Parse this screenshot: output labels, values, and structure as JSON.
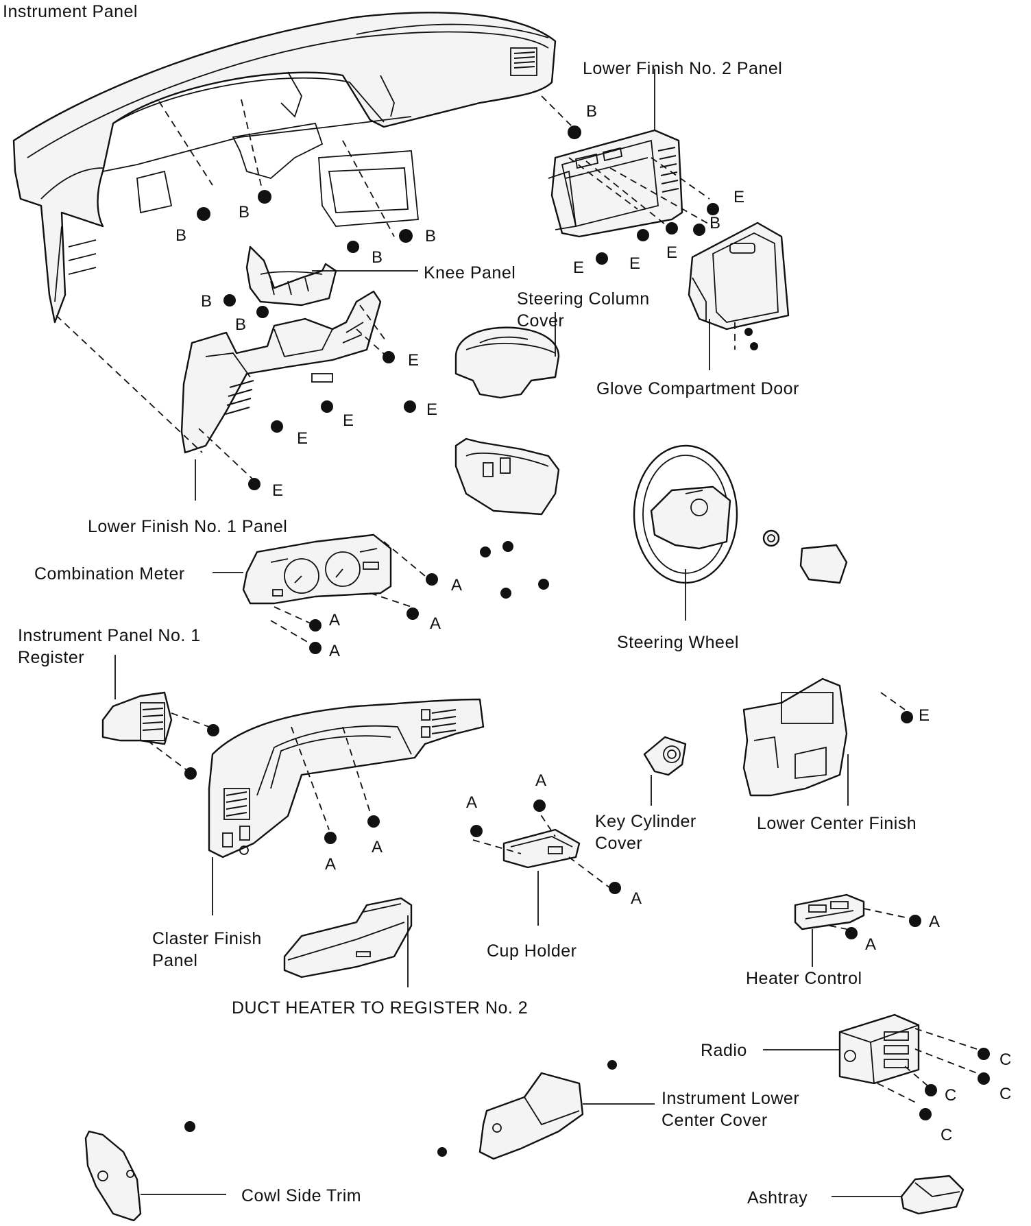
{
  "diagram_title": "Instrument Panel",
  "labels": {
    "lower_finish_no2_panel": "Lower Finish No. 2 Panel",
    "knee_panel": "Knee Panel",
    "steering_column_cover_1": "Steering Column",
    "steering_column_cover_2": "Cover",
    "glove_compartment_door": "Glove Compartment Door",
    "lower_finish_no1_panel": "Lower Finish No. 1 Panel",
    "combination_meter": "Combination Meter",
    "steering_wheel": "Steering Wheel",
    "register_1": "Instrument Panel No. 1",
    "register_2": "Register",
    "key_cylinder_cover_1": "Key Cylinder",
    "key_cylinder_cover_2": "Cover",
    "lower_center_finish": "Lower Center Finish",
    "claster_finish_panel_1": "Claster Finish",
    "claster_finish_panel_2": "Panel",
    "cup_holder": "Cup Holder",
    "heater_control": "Heater Control",
    "duct_heater": "DUCT HEATER TO REGISTER No. 2",
    "radio": "Radio",
    "instrument_lower_center_cover_1": "Instrument Lower",
    "instrument_lower_center_cover_2": "Center Cover",
    "cowl_side_trim": "Cowl Side Trim",
    "ashtray": "Ashtray"
  },
  "fastener_letters": {
    "a": "A",
    "b": "B",
    "c": "C",
    "e": "E"
  }
}
